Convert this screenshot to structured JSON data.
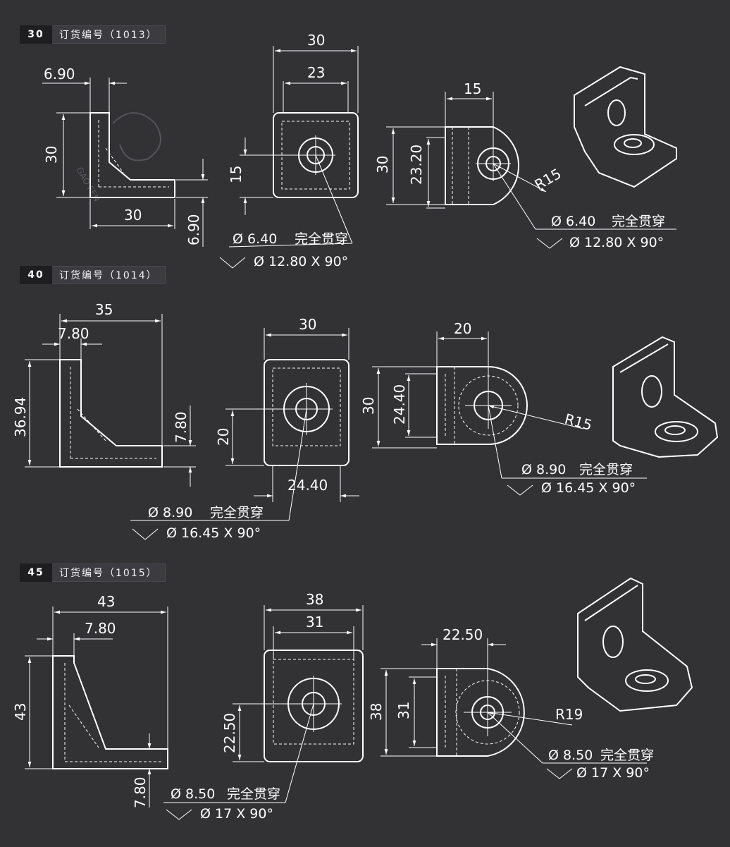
{
  "sections": [
    {
      "number": "30",
      "order_label": "订货编号（1013）",
      "side_view": {
        "width": "6.90",
        "height": "30",
        "base": "30",
        "thickness": "6.90"
      },
      "front_view": {
        "outer": "30",
        "inner": "23",
        "hole_height": "15"
      },
      "top_view": {
        "hole_offset": "15",
        "height": "30",
        "inner": "23.20",
        "radius": "R15"
      },
      "callout_through": {
        "dia": "Ø 6.40",
        "text": "完全贯穿"
      },
      "callout_counter": {
        "dia": "Ø 12.80 X 90°"
      }
    },
    {
      "number": "40",
      "order_label": "订货编号（1014）",
      "side_view": {
        "width": "35",
        "thickness_top": "7.80",
        "height": "36.94",
        "thickness": "7.80"
      },
      "front_view": {
        "outer": "30",
        "hole_height": "20",
        "base": "24.40"
      },
      "top_view": {
        "hole_offset": "20",
        "height": "30",
        "inner": "24.40",
        "radius": "R15"
      },
      "callout_through": {
        "dia": "Ø 8.90",
        "text": "完全贯穿"
      },
      "callout_counter": {
        "dia": "Ø 16.45 X 90°"
      }
    },
    {
      "number": "45",
      "order_label": "订货编号（1015）",
      "side_view": {
        "width": "43",
        "thickness_top": "7.80",
        "height": "43",
        "thickness": "7.80"
      },
      "front_view": {
        "outer": "38",
        "inner": "31",
        "hole_height": "22.50"
      },
      "top_view": {
        "hole_offset": "22.50",
        "height": "38",
        "inner": "31",
        "radius": "R19"
      },
      "callout_through": {
        "dia": "Ø 8.50",
        "text": "完全贯穿"
      },
      "callout_counter": {
        "dia": "Ø 17 X 90°"
      }
    }
  ],
  "watermark": "GAO FEN"
}
